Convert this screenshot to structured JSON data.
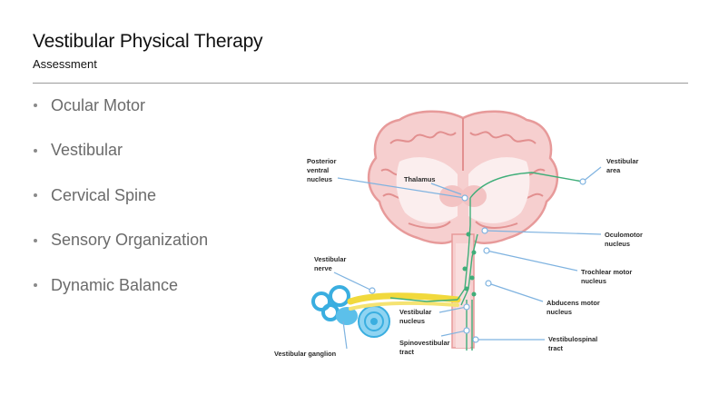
{
  "slide": {
    "title": "Vestibular Physical Therapy",
    "subtitle": "Assessment"
  },
  "bullets": [
    "Ocular Motor",
    "Vestibular",
    "Cervical Spine",
    "Sensory Organization",
    "Dynamic Balance"
  ],
  "diagram": {
    "labels": {
      "posterior_ventral_1": "Posterior",
      "posterior_ventral_2": "ventral",
      "posterior_ventral_3": "nucleus",
      "thalamus": "Thalamus",
      "vestibular_area_1": "Vestibular",
      "vestibular_area_2": "area",
      "oculomotor_1": "Oculomotor",
      "oculomotor_2": "nucleus",
      "vestibular_nerve_1": "Vestibular",
      "vestibular_nerve_2": "nerve",
      "trochlear_1": "Trochlear motor",
      "trochlear_2": "nucleus",
      "abducens_1": "Abducens motor",
      "abducens_2": "nucleus",
      "vestibular_nucleus_1": "Vestibular",
      "vestibular_nucleus_2": "nucleus",
      "spinovestibular_1": "Spinovestibular",
      "spinovestibular_2": "tract",
      "vestibulospinal_1": "Vestibulospinal",
      "vestibulospinal_2": "tract",
      "vestibular_ganglion": "Vestibular ganglion"
    },
    "colors": {
      "brain_fill": "#f6cfcf",
      "brain_outline": "#e79a9a",
      "white_matter": "#fbeeee",
      "pathway": "#3fae79",
      "nerve": "#f1d93c",
      "inner_ear": "#3aaee0",
      "callout": "#7fb3e0"
    }
  }
}
